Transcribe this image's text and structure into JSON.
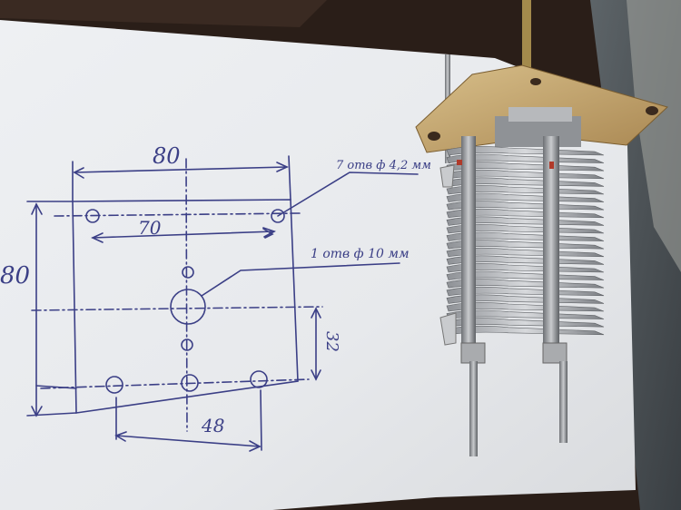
{
  "photo": {
    "background_color": "#2a1e18",
    "paper_color": "#e9ebee",
    "ink_color": "#3b3f86"
  },
  "sketch": {
    "labels": {
      "dim_top_width": "80",
      "dim_left_height": "80",
      "dim_hole_spacing": "70",
      "dim_bottom_spacing": "48",
      "dim_side_offset": "32",
      "note_small_holes": "7 отв ф 4,2 мм",
      "note_center_hole": "1 отв ф 10 мм"
    }
  }
}
